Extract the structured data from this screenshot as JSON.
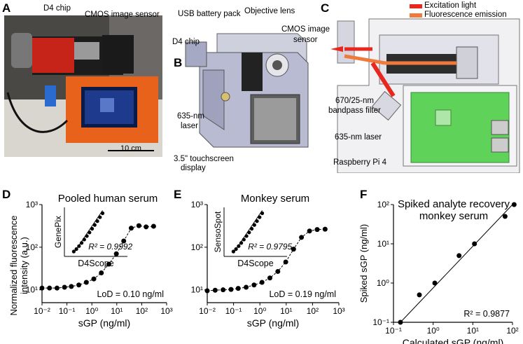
{
  "panels": {
    "A": {
      "letter": "A",
      "labels": {
        "chip": "D4 chip",
        "sensor": "CMOS image sensor",
        "scale": "10 cm"
      }
    },
    "B": {
      "letter": "B",
      "labels": {
        "battery": "USB battery pack",
        "objective": "Objective lens",
        "chip": "D4 chip",
        "sensor_l1": "CMOS image",
        "sensor_l2": "sensor",
        "laser_l1": "635-nm",
        "laser_l2": "laser",
        "touch_l1": "3.5\" touchscreen",
        "touch_l2": "display"
      }
    },
    "C": {
      "letter": "C",
      "legend": {
        "excitation": "Excitation light",
        "emission": "Fluorescence emission"
      },
      "labels": {
        "filter_l1": "670/25-nm",
        "filter_l2": "bandpass filter",
        "laser": "635-nm laser",
        "pi": "Raspberry Pi 4"
      },
      "colors": {
        "excitation": "#e8281e",
        "emission": "#f07a3c",
        "pcb": "#5fd25a"
      }
    },
    "D": {
      "letter": "D"
    },
    "E": {
      "letter": "E"
    },
    "F": {
      "letter": "F"
    }
  },
  "shared_axis": {
    "ylabel_line1": "Normalized fluorescence",
    "ylabel_line2": "intensity (a.u.)"
  },
  "chart_data": [
    {
      "panel": "D",
      "type": "scatter",
      "title": "Pooled human serum",
      "xlabel": "sGP (ng/ml)",
      "ylabel": "Normalized fluorescence intensity (a.u.)",
      "xscale": "log",
      "yscale": "log",
      "xlim": [
        0.01,
        1000
      ],
      "ylim": [
        5,
        1000
      ],
      "xticks": [
        "10⁻²",
        "10⁻¹",
        "10⁰",
        "10¹",
        "10²",
        "10³"
      ],
      "yticks": [
        "10¹",
        "10²",
        "10³"
      ],
      "x": [
        0.01,
        0.02,
        0.04,
        0.08,
        0.15,
        0.3,
        0.6,
        1.2,
        2.4,
        4.8,
        9.6,
        19,
        38,
        77,
        150,
        300
      ],
      "y": [
        11,
        11,
        11,
        11.5,
        12,
        13,
        15,
        18,
        25,
        40,
        70,
        140,
        280,
        320,
        300,
        310
      ],
      "annotation": "LoD = 0.10 ng/ml",
      "inset": {
        "xlabel": "D4Scope",
        "ylabel": "GenePix",
        "r2": "R² = 0.9992"
      }
    },
    {
      "panel": "E",
      "type": "scatter",
      "title": "Monkey serum",
      "xlabel": "sGP (ng/ml)",
      "xscale": "log",
      "yscale": "log",
      "xlim": [
        0.01,
        1000
      ],
      "ylim": [
        5,
        1000
      ],
      "xticks": [
        "10⁻²",
        "10⁻¹",
        "10⁰",
        "10¹",
        "10²",
        "10³"
      ],
      "yticks": [
        "10¹",
        "10²",
        "10³"
      ],
      "x": [
        0.01,
        0.02,
        0.04,
        0.08,
        0.15,
        0.3,
        0.6,
        1.2,
        2.4,
        4.8,
        9.6,
        19,
        38,
        77,
        150,
        300
      ],
      "y": [
        9.5,
        9.8,
        10,
        10.2,
        10.8,
        11.5,
        13,
        15,
        19,
        27,
        45,
        90,
        170,
        240,
        260,
        265
      ],
      "annotation": "LoD = 0.19 ng/ml",
      "inset": {
        "xlabel": "D4Scope",
        "ylabel": "SensoSpot",
        "r2": "R² = 0.9795"
      }
    },
    {
      "panel": "F",
      "type": "scatter",
      "title_l1": "Spiked analyte recovery",
      "title_l2": "monkey serum",
      "xlabel": "Calculated sGP (ng/ml)",
      "ylabel": "Spiked sGP (ng/ml)",
      "xscale": "log",
      "yscale": "log",
      "xlim": [
        0.1,
        100
      ],
      "ylim": [
        0.1,
        100
      ],
      "xticks": [
        "10⁻¹",
        "10⁰",
        "10¹",
        "10²"
      ],
      "yticks": [
        "10⁻¹",
        "10⁰",
        "10¹",
        "10²"
      ],
      "x": [
        0.15,
        0.45,
        1.1,
        4.5,
        11,
        65,
        110
      ],
      "y": [
        0.1,
        0.5,
        1,
        5,
        10,
        50,
        100
      ],
      "annotation": "R² = 0.9877"
    }
  ]
}
